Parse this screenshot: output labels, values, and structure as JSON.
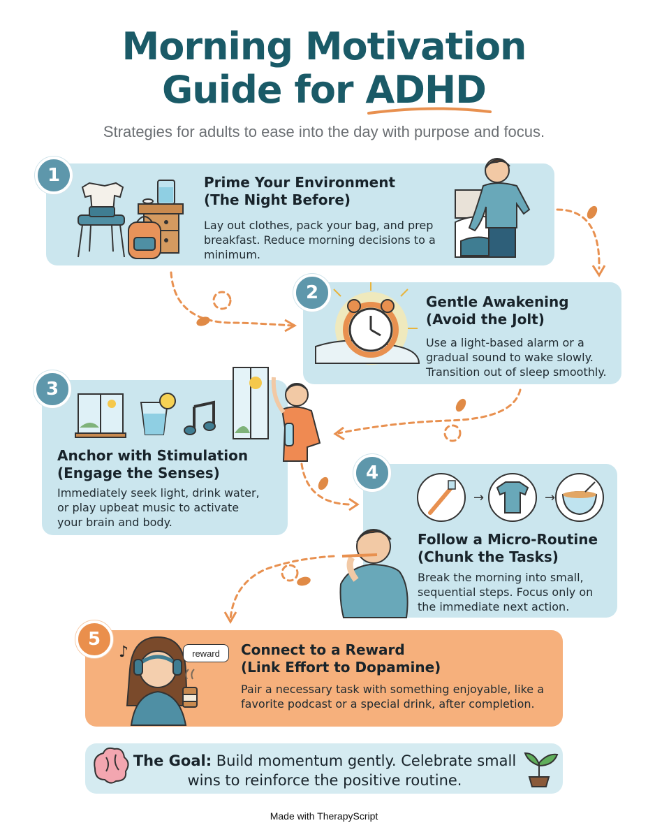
{
  "header": {
    "title_line1": "Morning Motivation",
    "title_line2_prefix": "Guide for ",
    "title_line2_accent": "ADHD",
    "subtitle": "Strategies for adults to ease into the day with purpose and focus."
  },
  "steps": [
    {
      "number": "1",
      "title_line1": "Prime Your Environment",
      "title_line2": "(The Night Before)",
      "body": "Lay out clothes, pack your bag, and prep breakfast. Reduce morning decisions to a minimum."
    },
    {
      "number": "2",
      "title_line1": "Gentle Awakening",
      "title_line2": "(Avoid the Jolt)",
      "body": "Use a light-based alarm or a gradual sound to wake slowly. Transition out of sleep smoothly."
    },
    {
      "number": "3",
      "title_line1": "Anchor with Stimulation",
      "title_line2": "(Engage the Senses)",
      "body": "Immediately seek light, drink water, or play upbeat music to activate your brain and body."
    },
    {
      "number": "4",
      "title_line1": "Follow a Micro-Routine",
      "title_line2": "(Chunk the Tasks)",
      "body": "Break the morning into small, sequential steps. Focus only on the immediate next action."
    },
    {
      "number": "5",
      "title_line1": "Connect to a Reward",
      "title_line2": "(Link Effort to Dopamine)",
      "body": "Pair a necessary task with something enjoyable, like a favorite podcast or a special drink, after completion.",
      "bubble": "reward"
    }
  ],
  "goal": {
    "label": "The Goal:",
    "text": " Build momentum gently. Celebrate small wins to reinforce the positive routine."
  },
  "footer": "Made with TherapyScript",
  "colors": {
    "title": "#1a5a67",
    "card_blue": "#cbe6ee",
    "card_orange": "#f6b07c",
    "badge_blue": "#5e97ab",
    "badge_orange": "#ea8f4c",
    "arrow": "#e8904f"
  },
  "icons": [
    "clothes-chair-icon",
    "nightstand-water-icon",
    "backpack-icon",
    "person-making-bed-icon",
    "alarm-clock-icon",
    "window-icon",
    "water-glass-icon",
    "music-note-icon",
    "person-stretching-icon",
    "toothbrush-icon",
    "t-shirt-icon",
    "cereal-bowl-icon",
    "person-brushing-teeth-icon",
    "woman-headphones-icon",
    "brain-icon",
    "sprout-icon",
    "leaf-icon"
  ]
}
